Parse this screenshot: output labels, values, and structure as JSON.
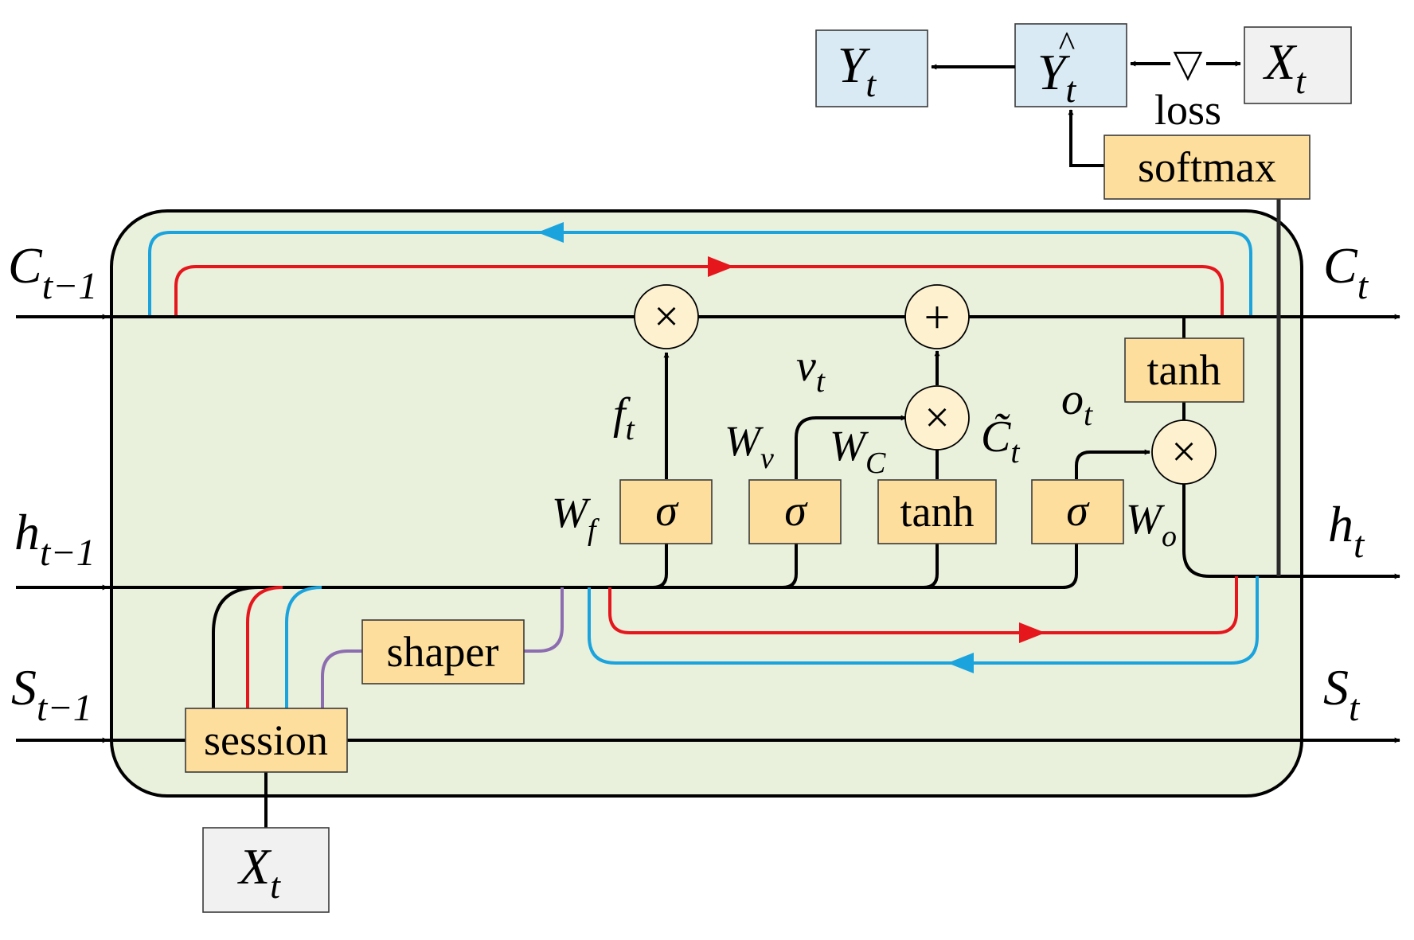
{
  "colors": {
    "cell_fill": "#e9f0dc",
    "gate_fill": "#fdde9c",
    "output_fill": "#daeaf4",
    "input_fill": "#f1f1f1",
    "op_fill": "#fdf1cf",
    "red_path": "#e5161c",
    "blue_path": "#1aa3dd",
    "purple_path": "#8c6db0"
  },
  "states": {
    "c_prev": {
      "main": "C",
      "sub": "t−1"
    },
    "c_next": {
      "main": "C",
      "sub": "t"
    },
    "h_prev": {
      "main": "h",
      "sub": "t−1"
    },
    "h_next": {
      "main": "h",
      "sub": "t"
    },
    "s_prev": {
      "main": "S",
      "sub": "t−1"
    },
    "s_next": {
      "main": "S",
      "sub": "t"
    }
  },
  "gates": {
    "forget": {
      "label": "σ",
      "weight": "W",
      "weight_sub": "f",
      "out": "f",
      "out_sub": "t"
    },
    "v_gate": {
      "label": "σ",
      "weight": "W",
      "weight_sub": "v",
      "out": "v",
      "out_sub": "t"
    },
    "candidate": {
      "label": "tanh",
      "weight": "W",
      "weight_sub": "C",
      "out": "C̃",
      "out_sub": "t"
    },
    "output": {
      "label": "σ",
      "weight": "W",
      "weight_sub": "o",
      "out": "o",
      "out_sub": "t"
    }
  },
  "operators": {
    "multiply": "×",
    "add": "+"
  },
  "blocks": {
    "tanh_cell": "tanh",
    "softmax": "softmax",
    "session": "session",
    "shaper": "shaper"
  },
  "outputs": {
    "y": {
      "main": "Y",
      "sub": "t"
    },
    "y_hat": {
      "main": "Y",
      "hat": "^",
      "sub": "t"
    },
    "x_target": {
      "main": "X",
      "sub": "t"
    },
    "loss": "loss",
    "loss_symbol": "▽"
  },
  "inputs": {
    "x": {
      "main": "X",
      "sub": "t"
    }
  }
}
